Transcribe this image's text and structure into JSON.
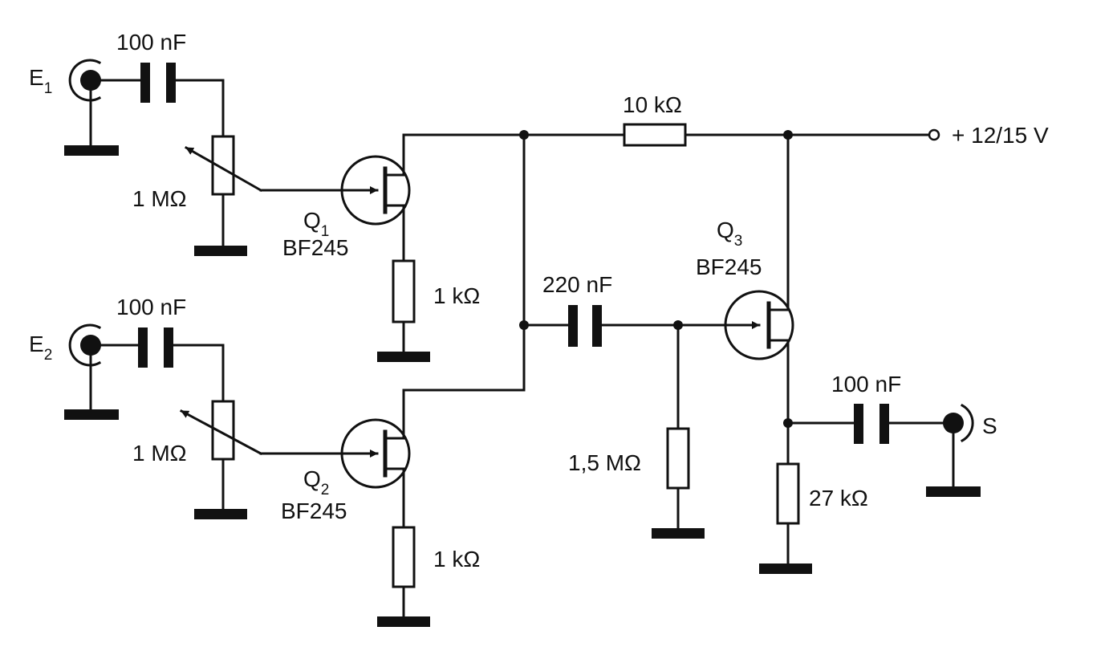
{
  "inputs": {
    "e1": {
      "letter": "E",
      "index": "1"
    },
    "e2": {
      "letter": "E",
      "index": "2"
    }
  },
  "output": {
    "label": "S"
  },
  "supply": {
    "label": "+ 12/15 V"
  },
  "capacitors": {
    "c1": "100 nF",
    "c2": "100 nF",
    "c3": "220 nF",
    "c4": "100 nF"
  },
  "resistors": {
    "pot1": "1 MΩ",
    "pot2": "1 MΩ",
    "r_source_q1": "1 kΩ",
    "r_source_q2": "1 kΩ",
    "r_drain": "10 kΩ",
    "r_gate_q3": "1,5 MΩ",
    "r_source_q3": "27 kΩ"
  },
  "transistors": {
    "q1": {
      "letter": "Q",
      "index": "1",
      "part": "BF245"
    },
    "q2": {
      "letter": "Q",
      "index": "2",
      "part": "BF245"
    },
    "q3": {
      "letter": "Q",
      "index": "3",
      "part": "BF245"
    }
  }
}
